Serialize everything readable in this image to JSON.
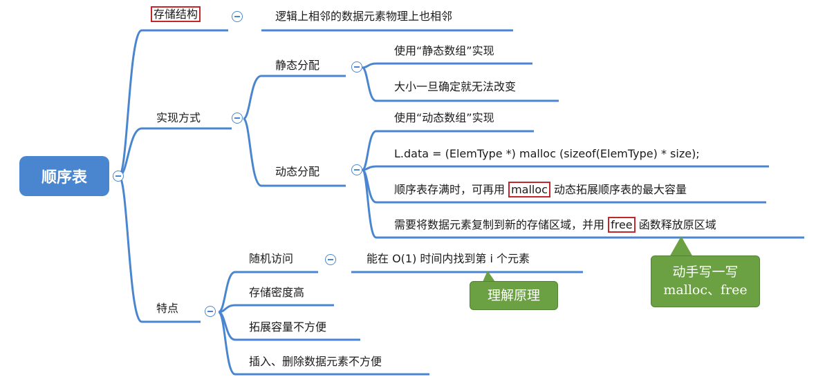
{
  "root": "顺序表",
  "storage": {
    "label": "存储结构",
    "child": "逻辑上相邻的数据元素物理上也相邻"
  },
  "impl": {
    "label": "实现方式",
    "static": {
      "label": "静态分配",
      "items": [
        "使用“静态数组”实现",
        "大小一旦确定就无法改变"
      ]
    },
    "dynamic": {
      "label": "动态分配",
      "item1": "使用“动态数组”实现",
      "item2": "L.data = (ElemType *) malloc (sizeof(ElemType) * size);",
      "item3_pre": "顺序表存满时，可再用 ",
      "item3_hl": "malloc",
      "item3_post": " 动态拓展顺序表的最大容量",
      "item4_pre": "需要将数据元素复制到新的存储区域，并用 ",
      "item4_hl": "free",
      "item4_post": " 函数释放原区域"
    }
  },
  "features": {
    "label": "特点",
    "random": {
      "label": "随机访问",
      "child": "能在 O(1) 时间内找到第 i 个元素"
    },
    "items": [
      "存储密度高",
      "拓展容量不方便",
      "插入、删除数据元素不方便"
    ]
  },
  "callouts": {
    "understand": "理解原理",
    "practice_line1": "动手写一写",
    "practice_line2": "malloc、free"
  },
  "colors": {
    "branch": "#4a86cf",
    "root_fill": "#4a86cf",
    "highlight_border": "#c0262c",
    "callout_fill": "#6ba043"
  }
}
